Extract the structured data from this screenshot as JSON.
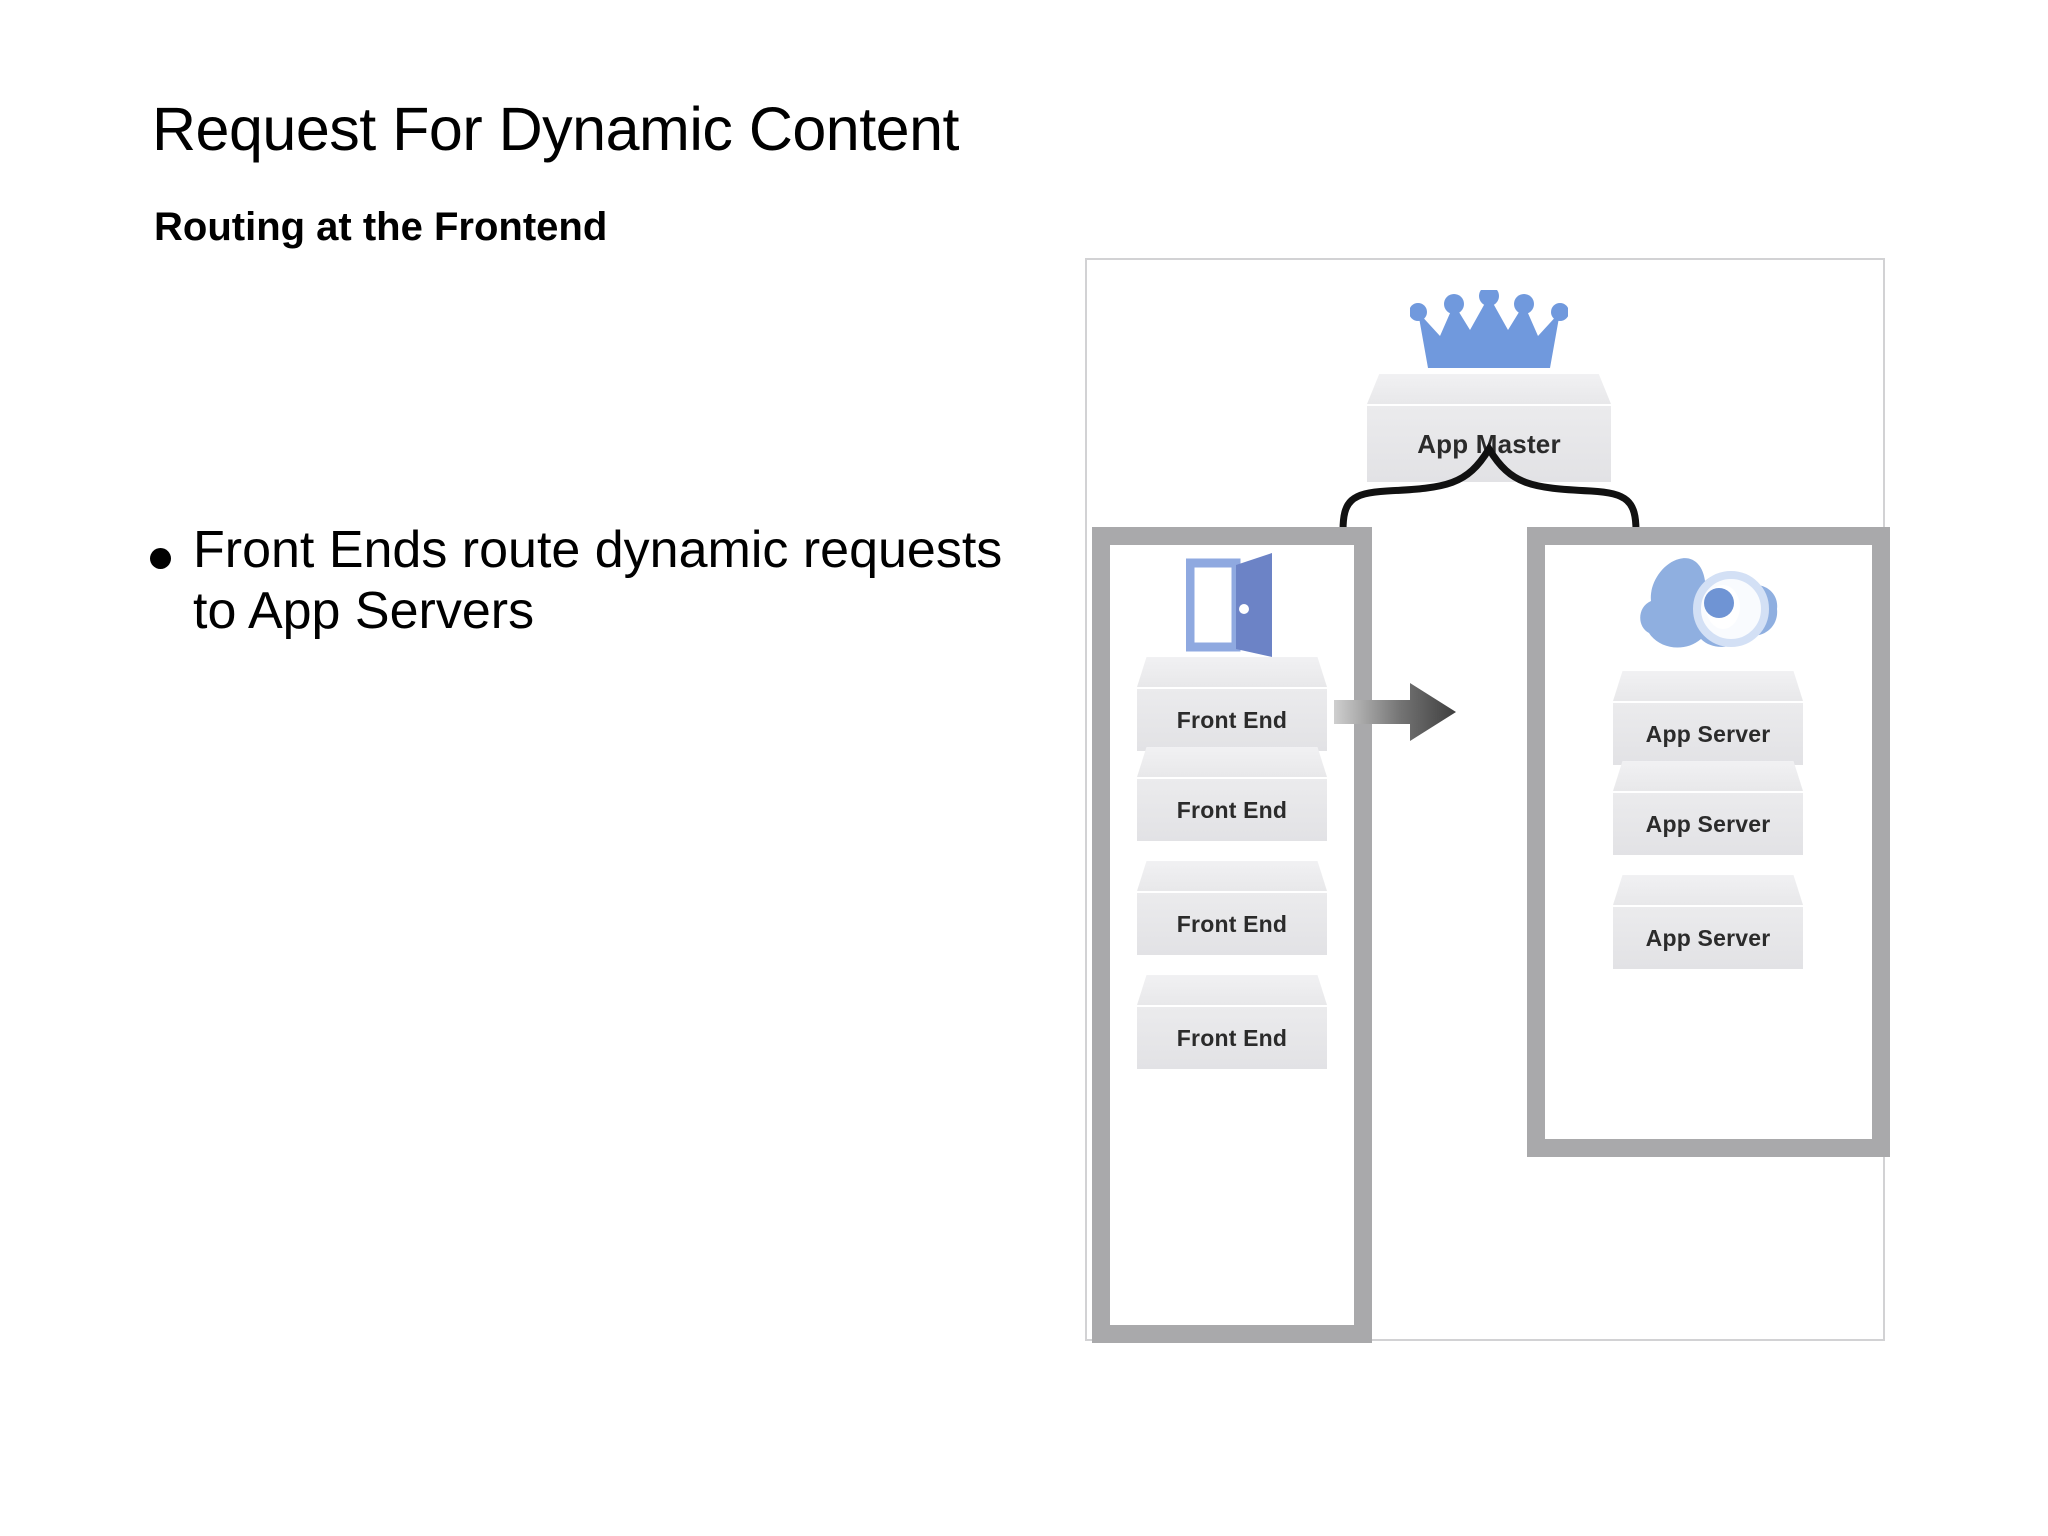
{
  "slide": {
    "title": "Request For Dynamic Content",
    "subtitle": "Routing at the Frontend",
    "bullets": [
      {
        "text": "Front Ends route dynamic requests to App Servers"
      }
    ]
  },
  "diagram": {
    "master": {
      "label": "App Master",
      "icon": "crown-icon"
    },
    "brace_label": "",
    "arrow_label": "",
    "groups": [
      {
        "name": "frontend-group",
        "icon": "door-icon",
        "nodes": [
          {
            "label": "Front End"
          },
          {
            "label": "Front End"
          },
          {
            "label": "Front End"
          },
          {
            "label": "Front End"
          }
        ]
      },
      {
        "name": "appserver-group",
        "icon": "gear-icon",
        "nodes": [
          {
            "label": "App Server"
          },
          {
            "label": "App Server"
          },
          {
            "label": "App Server"
          }
        ]
      }
    ]
  },
  "colors": {
    "accent_blue": "#7b9fdb",
    "crown_blue": "#6f92d4",
    "door_blue": "#6c83c6",
    "box_gray": "#e4e4e6",
    "frame_gray": "#a9a9ab",
    "arrow_dark": "#4d4d4d",
    "text_black": "#000000"
  }
}
